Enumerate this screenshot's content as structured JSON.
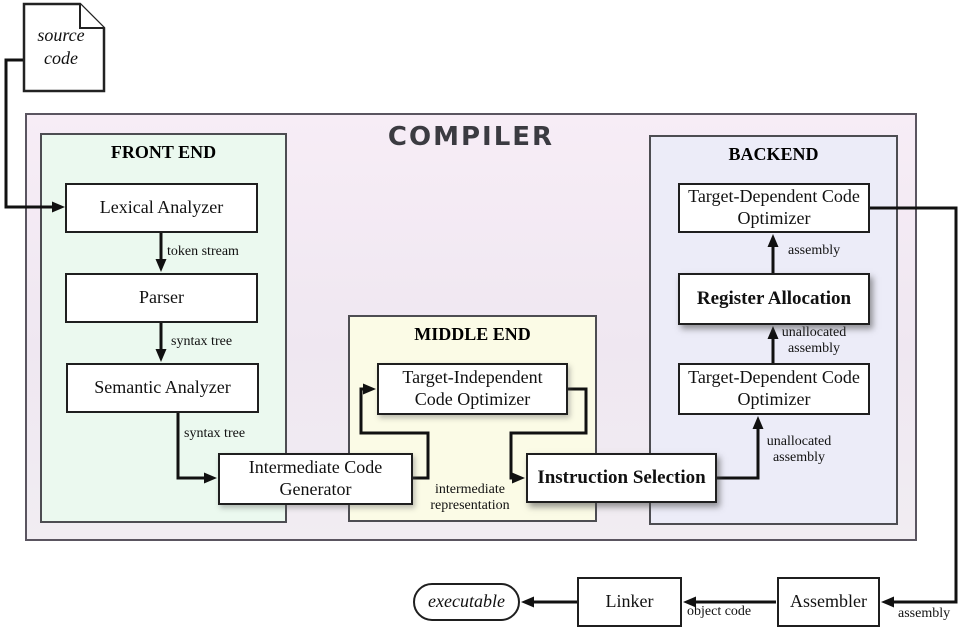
{
  "compiler": {
    "title": "COMPILER"
  },
  "source_document": {
    "text": "source\ncode"
  },
  "sections": {
    "front_end": {
      "title": "FRONT END"
    },
    "middle_end": {
      "title": "MIDDLE END"
    },
    "backend": {
      "title": "BACKEND"
    }
  },
  "nodes": {
    "lexical_analyzer": "Lexical Analyzer",
    "parser": "Parser",
    "semantic_analyzer": "Semantic Analyzer",
    "intermediate_code_generator": "Intermediate Code Generator",
    "target_independent_code_optimizer": "Target-Independent Code Optimizer",
    "instruction_selection": "Instruction Selection",
    "target_dependent_code_optimizer_top": "Target-Dependent Code Optimizer",
    "register_allocation": "Register Allocation",
    "target_dependent_code_optimizer_bottom": "Target-Dependent Code Optimizer",
    "assembler": "Assembler",
    "linker": "Linker",
    "executable": "executable"
  },
  "edge_labels": {
    "token_stream": "token stream",
    "syntax_tree_parser": "syntax tree",
    "syntax_tree_semantic": "syntax tree",
    "intermediate_representation": "intermediate\nrepresentation",
    "unallocated_assembly_selection": "unallocated\nassembly",
    "unallocated_assembly_register": "unallocated\nassembly",
    "assembly_register": "assembly",
    "assembly_out": "assembly",
    "object_code": "object code"
  },
  "palette": {
    "front_end_bg": "#ebf9ef",
    "middle_end_bg": "#fbfbe6",
    "backend_bg": "#ececf8",
    "compiler_bg_top": "#f7edf6",
    "compiler_bg_bottom": "#f1edf2",
    "line_color": "#111111",
    "title_color": "#3b3b41"
  }
}
